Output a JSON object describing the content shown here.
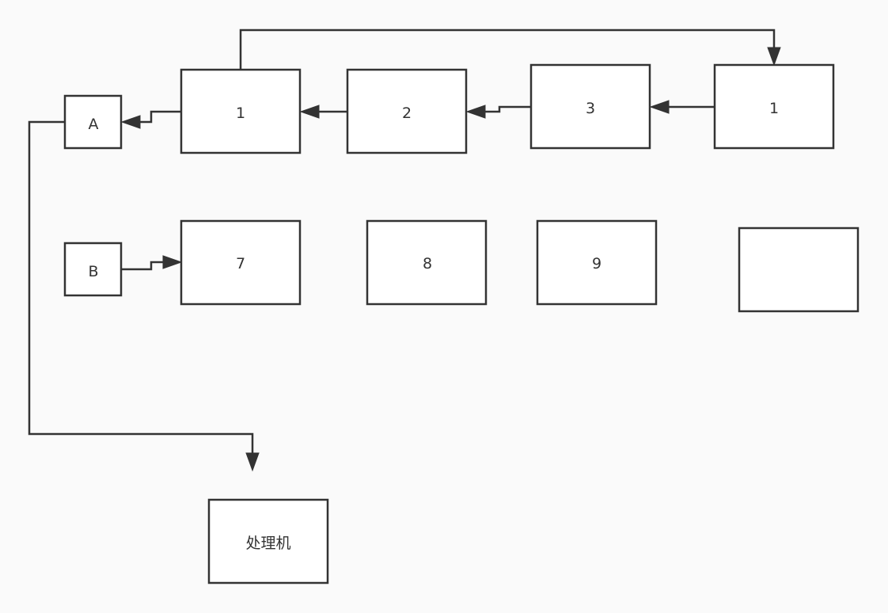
{
  "diagram": {
    "nodes": [
      {
        "id": "A",
        "label": "A"
      },
      {
        "id": "B",
        "label": "B"
      },
      {
        "id": "n1",
        "label": "1"
      },
      {
        "id": "n2",
        "label": "2"
      },
      {
        "id": "n3",
        "label": "3"
      },
      {
        "id": "n1b",
        "label": "1"
      },
      {
        "id": "n7",
        "label": "7"
      },
      {
        "id": "n8",
        "label": "8"
      },
      {
        "id": "n9",
        "label": "9"
      },
      {
        "id": "blank",
        "label": ""
      },
      {
        "id": "proc",
        "label": "处理机"
      }
    ],
    "edges": [
      {
        "from": "n1",
        "to": "A"
      },
      {
        "from": "n2",
        "to": "n1"
      },
      {
        "from": "n3",
        "to": "n2"
      },
      {
        "from": "n1b",
        "to": "n3"
      },
      {
        "from": "n1",
        "to": "n1b"
      },
      {
        "from": "B",
        "to": "n7"
      },
      {
        "from": "A",
        "to": "proc"
      }
    ]
  }
}
